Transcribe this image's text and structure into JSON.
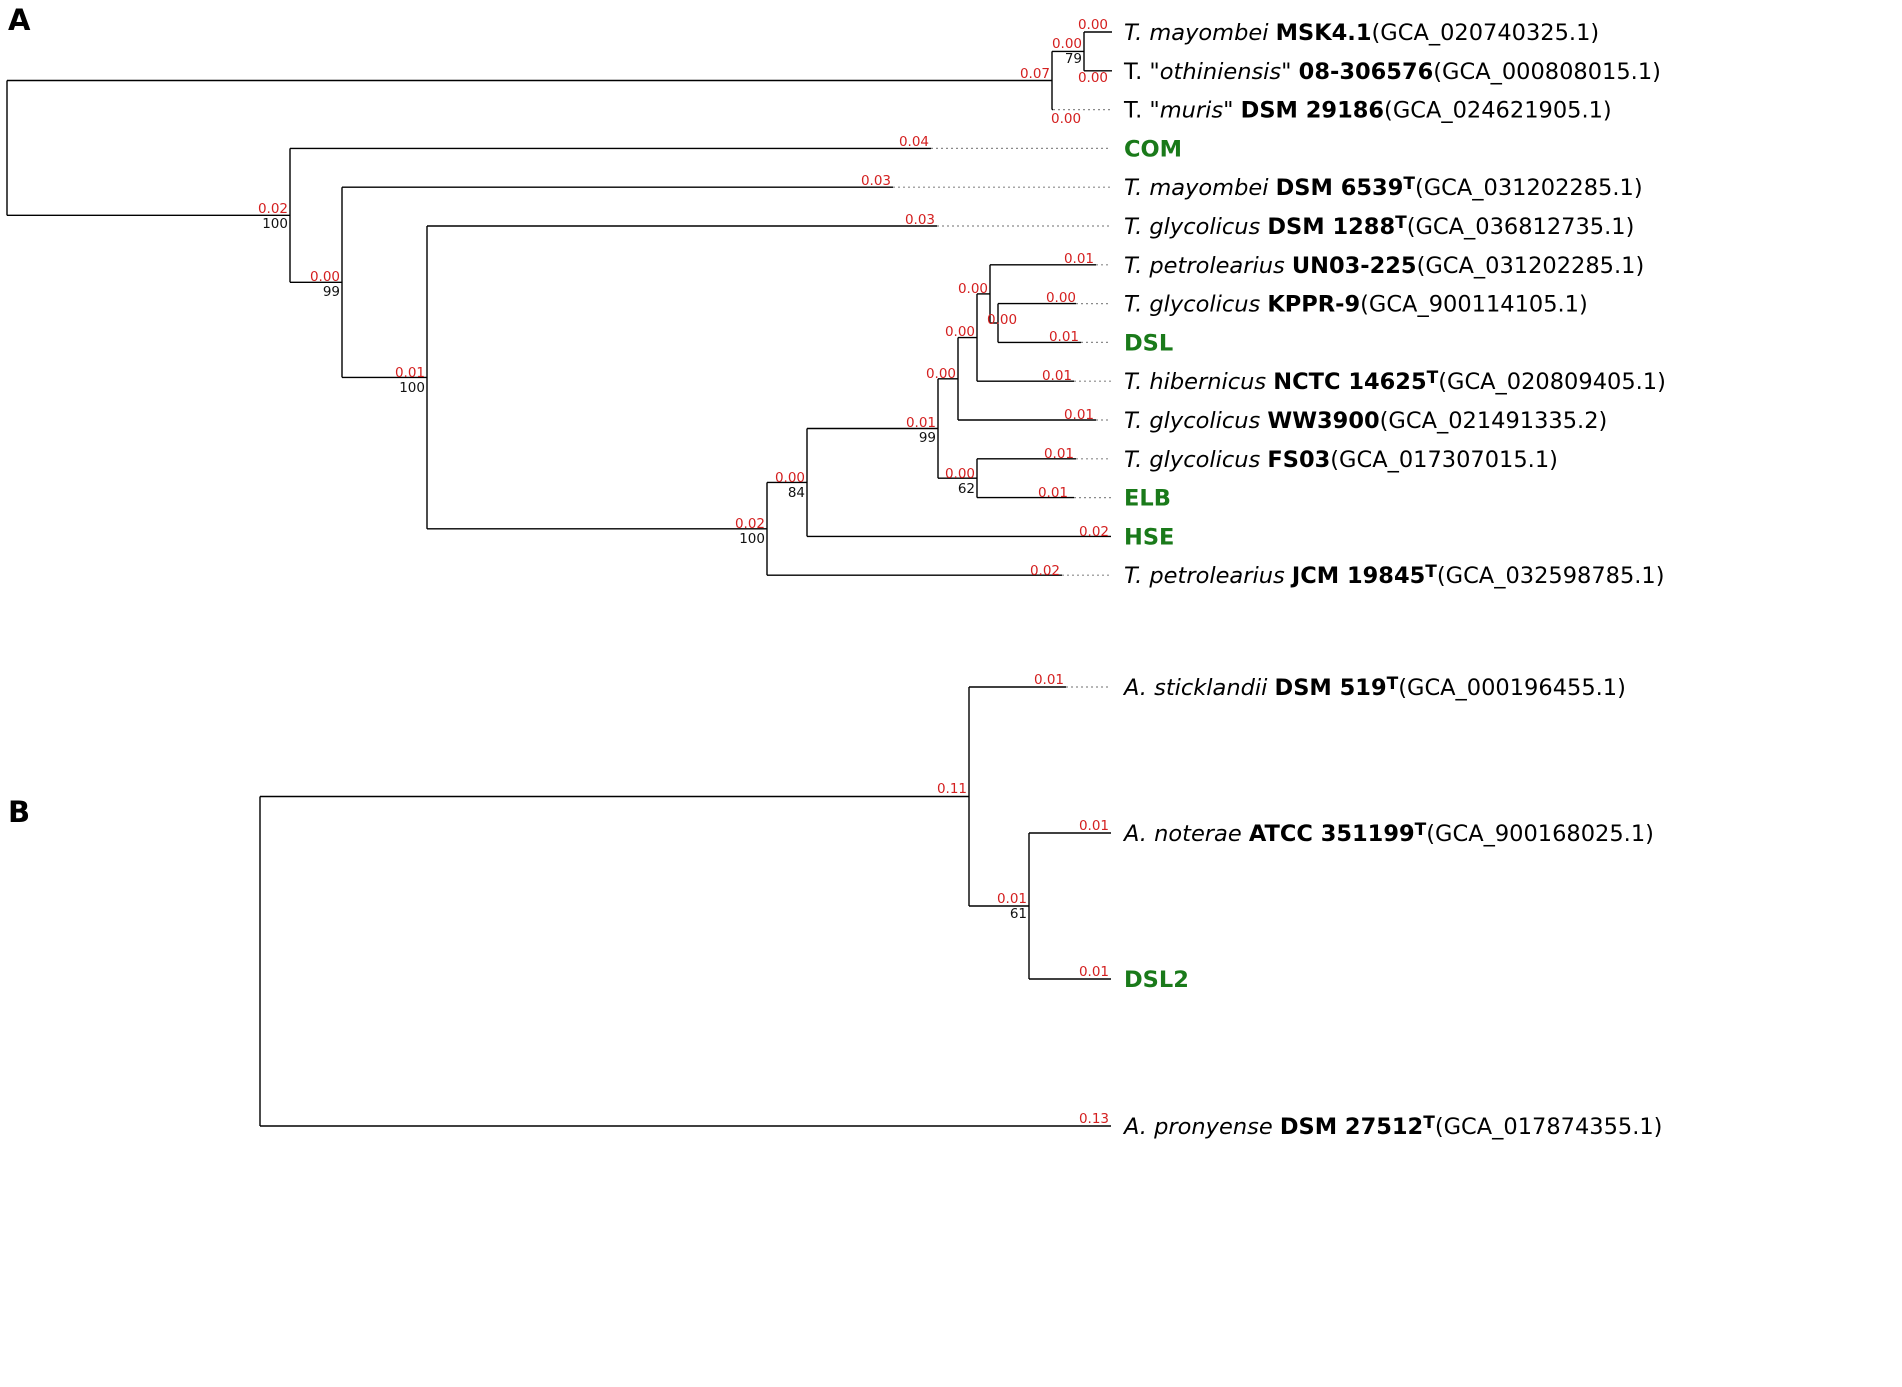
{
  "panels": [
    {
      "label": "A",
      "tips": [
        {
          "id": "mayMSK",
          "species": "T. mayombei",
          "quoted": false,
          "strain": "MSK4.1",
          "type": false,
          "acc": "(GCA_020740325.1)",
          "bl": "0.00"
        },
        {
          "id": "oth",
          "species": "othiniensis",
          "quoted": true,
          "strain": "08-306576",
          "type": false,
          "acc": "(GCA_000808015.1)",
          "bl": "0.00"
        },
        {
          "id": "mur",
          "species": "muris",
          "quoted": true,
          "strain": "DSM 29186",
          "type": false,
          "acc": "(GCA_024621905.1)",
          "bl": "0.00"
        },
        {
          "id": "COM",
          "species": "",
          "quoted": false,
          "strain": "COM",
          "type": false,
          "acc": "",
          "bl": "0.04",
          "isolate": true
        },
        {
          "id": "may6539",
          "species": "T. mayombei",
          "quoted": false,
          "strain": "DSM 6539",
          "type": true,
          "acc": "(GCA_031202285.1)",
          "bl": "0.03"
        },
        {
          "id": "gly1288",
          "species": "T. glycolicus",
          "quoted": false,
          "strain": "DSM 1288",
          "type": true,
          "acc": "(GCA_036812735.1)",
          "bl": "0.03"
        },
        {
          "id": "petUN",
          "species": "T. petrolearius",
          "quoted": false,
          "strain": "UN03-225",
          "type": false,
          "acc": "(GCA_031202285.1)",
          "bl": "0.01"
        },
        {
          "id": "glyKPPR",
          "species": "T. glycolicus",
          "quoted": false,
          "strain": "KPPR-9",
          "type": false,
          "acc": "(GCA_900114105.1)",
          "bl": "0.00"
        },
        {
          "id": "DSL",
          "species": "",
          "quoted": false,
          "strain": "DSL",
          "type": false,
          "acc": "",
          "bl": "0.01",
          "isolate": true
        },
        {
          "id": "hib",
          "species": "T. hibernicus",
          "quoted": false,
          "strain": "NCTC 14625",
          "type": true,
          "acc": "(GCA_020809405.1)",
          "bl": "0.01"
        },
        {
          "id": "glyWW",
          "species": "T. glycolicus",
          "quoted": false,
          "strain": "WW3900",
          "type": false,
          "acc": "(GCA_021491335.2)",
          "bl": "0.01"
        },
        {
          "id": "glyFS",
          "species": "T. glycolicus",
          "quoted": false,
          "strain": "FS03",
          "type": false,
          "acc": "(GCA_017307015.1)",
          "bl": "0.01"
        },
        {
          "id": "ELB",
          "species": "",
          "quoted": false,
          "strain": "ELB",
          "type": false,
          "acc": "",
          "bl": "0.01",
          "isolate": true
        },
        {
          "id": "HSE",
          "species": "",
          "quoted": false,
          "strain": "HSE",
          "type": false,
          "acc": "",
          "bl": "0.02",
          "isolate": true
        },
        {
          "id": "petJCM",
          "species": "T. petrolearius",
          "quoted": false,
          "strain": "JCM 19845",
          "type": true,
          "acc": "(GCA_032598785.1)",
          "bl": "0.02"
        }
      ],
      "internal": [
        {
          "id": "n_oth_may",
          "bl": "0.00",
          "boot": "79"
        },
        {
          "id": "n_top",
          "bl": "0.07",
          "boot": ""
        },
        {
          "id": "n_root",
          "bl": "",
          "boot": ""
        },
        {
          "id": "n_com",
          "bl": "0.02",
          "boot": "100"
        },
        {
          "id": "n_may6539",
          "bl": "0.00",
          "boot": "99"
        },
        {
          "id": "n_gly1288",
          "bl": "0.01",
          "boot": "100"
        },
        {
          "id": "n_big",
          "bl": "0.02",
          "boot": "100"
        },
        {
          "id": "n_hse",
          "bl": "0.00",
          "boot": "84"
        },
        {
          "id": "n_core",
          "bl": "0.01",
          "boot": "99"
        },
        {
          "id": "n_fs_elb",
          "bl": "0.00",
          "boot": "62"
        },
        {
          "id": "n_ww",
          "bl": "0.00",
          "boot": ""
        },
        {
          "id": "n_hib",
          "bl": "0.00",
          "boot": ""
        },
        {
          "id": "n_un",
          "bl": "0.00",
          "boot": ""
        },
        {
          "id": "n_kppr_dsl",
          "bl": "0.00",
          "boot": ""
        }
      ]
    },
    {
      "label": "B",
      "tips": [
        {
          "id": "stick",
          "species": "A. sticklandii",
          "quoted": false,
          "strain": "DSM 519",
          "type": true,
          "acc": "(GCA_000196455.1)",
          "bl": "0.01"
        },
        {
          "id": "noter",
          "species": "A. noterae",
          "quoted": false,
          "strain": "ATCC 351199",
          "type": true,
          "acc": "(GCA_900168025.1)",
          "bl": "0.01"
        },
        {
          "id": "DSL2",
          "species": "",
          "quoted": false,
          "strain": "DSL2",
          "type": false,
          "acc": "",
          "bl": "0.01",
          "isolate": true
        },
        {
          "id": "pron",
          "species": "A. pronyense",
          "quoted": false,
          "strain": "DSM 27512",
          "type": true,
          "acc": "(GCA_017874355.1)",
          "bl": "0.13"
        }
      ],
      "internal": [
        {
          "id": "b_noter_dsl2",
          "bl": "0.01",
          "boot": "61"
        },
        {
          "id": "b_stick",
          "bl": "0.11",
          "boot": ""
        },
        {
          "id": "b_root",
          "bl": "",
          "boot": ""
        }
      ]
    }
  ],
  "type_superscript": "T",
  "colors": {
    "branch": "#000000",
    "branch_length": "#d42020",
    "bootstrap": "#111111",
    "isolate": "#1a7a1a",
    "leader": "#8a8a8a"
  }
}
